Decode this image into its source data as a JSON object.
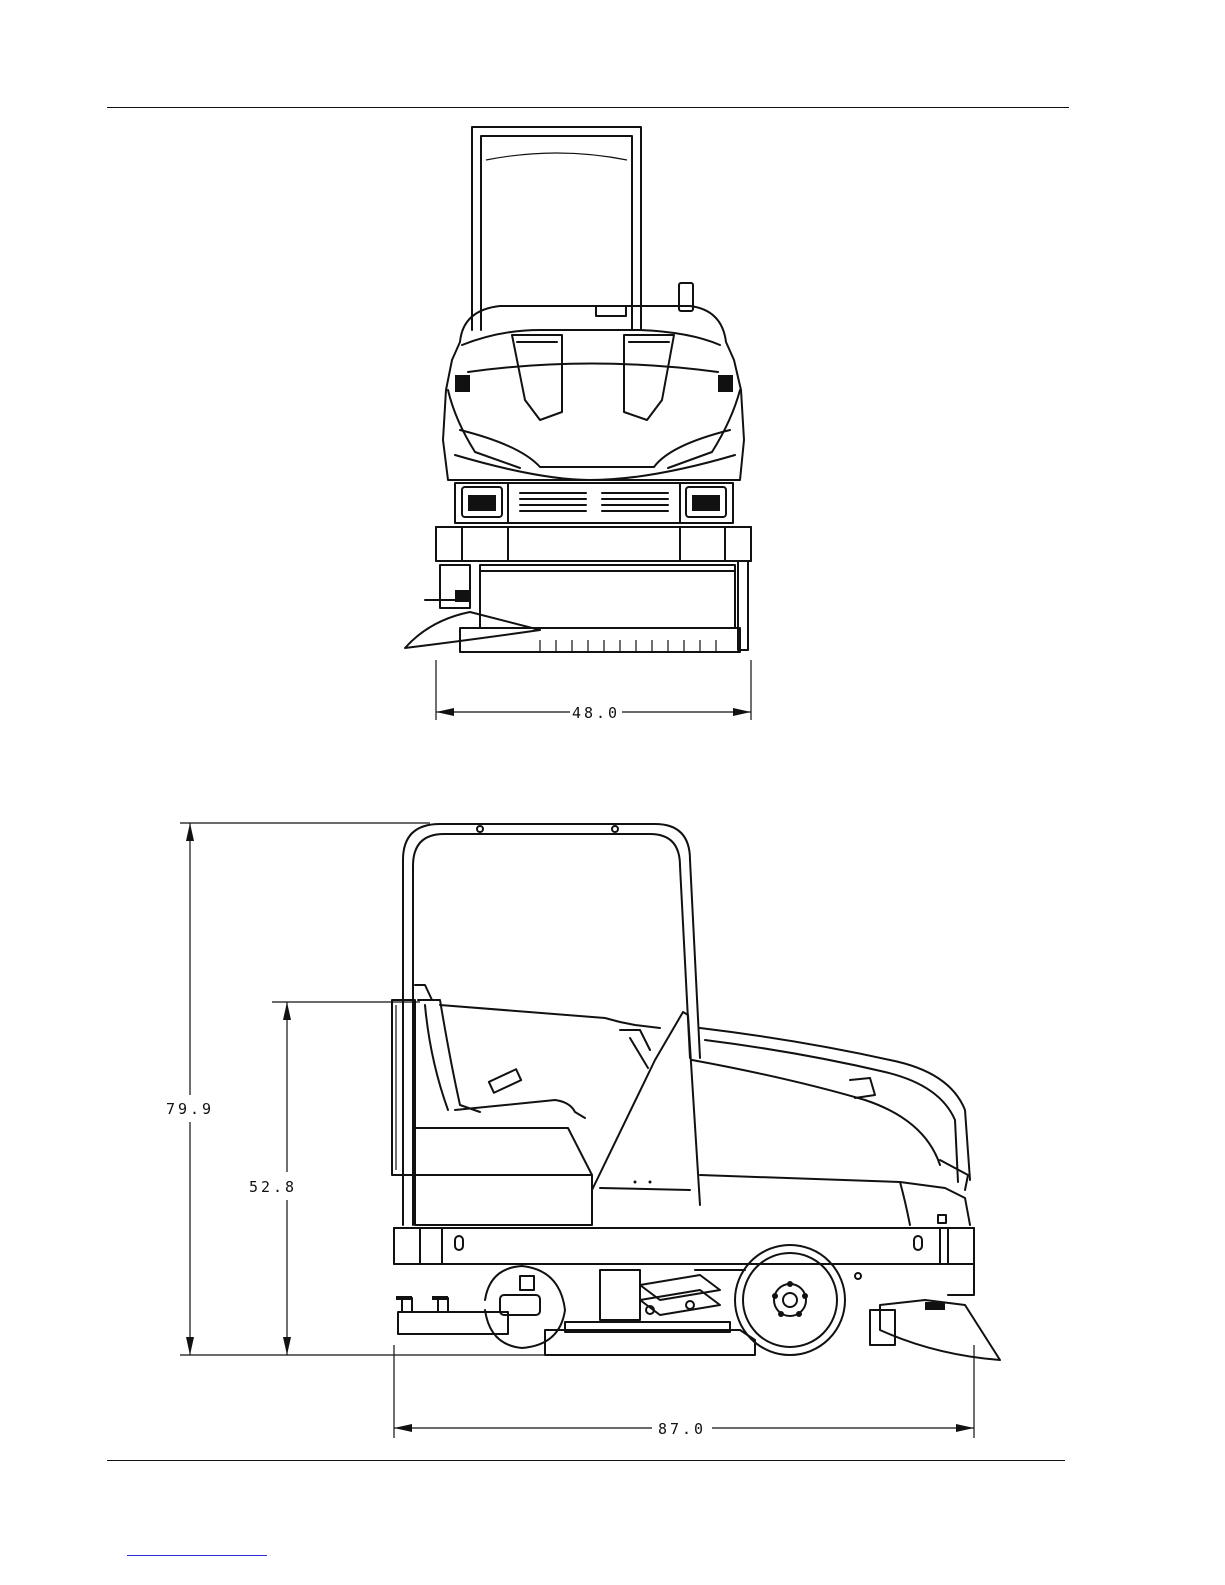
{
  "dimensions": {
    "front_width": "48.0",
    "overall_height": "79.9",
    "seat_height": "52.8",
    "overall_length": "87.0"
  }
}
